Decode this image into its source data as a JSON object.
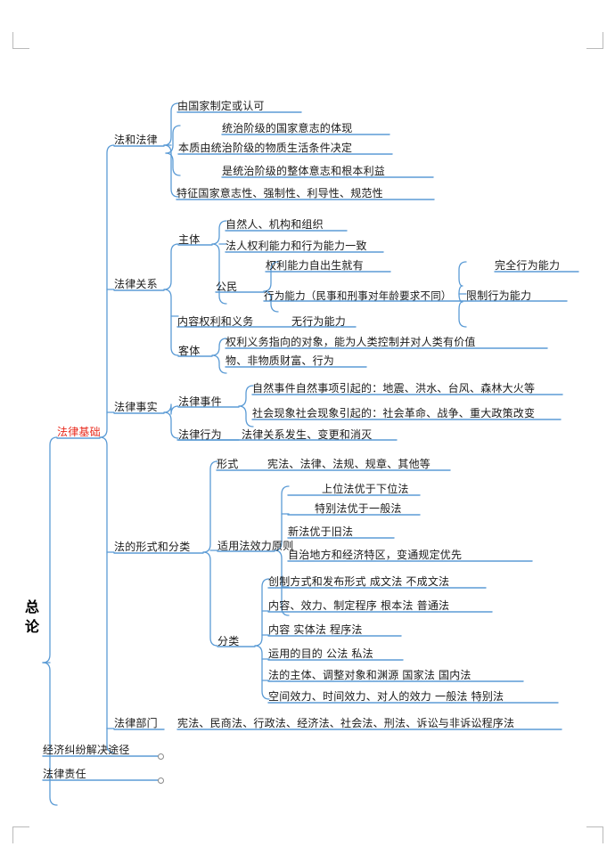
{
  "document": {
    "title": "法律基础 思维导图",
    "accent_line_color": "#5b9bd5",
    "root_text_color": "#000000",
    "highlight_text_color": "#e8291c"
  },
  "root": {
    "label": "总\n论",
    "char1": "总",
    "char2": "论"
  },
  "level1": {
    "legal_basis": "法律基础",
    "economic_dispute": "经济纠纷解决途径",
    "legal_liability": "法律责任"
  },
  "level2": {
    "law_and_legislation": "法和法律",
    "legal_relation": "法律关系",
    "legal_fact": "法律事实",
    "form_and_classification": "法的形式和分类",
    "legal_department": "法律部门"
  },
  "law_and_legislation": {
    "items": [
      "由国家制定或认可",
      "本质由统治阶级的物质生活条件决定",
      "特征国家意志性、强制性、利导性、规范性"
    ],
    "essence_children": [
      "统治阶级的国家意志的体现",
      "是统治阶级的整体意志和根本利益"
    ]
  },
  "legal_relation": {
    "subject_label": "主体",
    "subject_items": [
      "自然人、机构和组织",
      "法人权利能力和行为能力一致"
    ],
    "citizen_label": "公民",
    "citizen_items": [
      "权利能力自出生就有",
      "行为能力（民事和刑事对年龄要求不同）"
    ],
    "capacity_items": [
      "完全行为能力",
      "限制行为能力",
      "无行为能力"
    ],
    "content_item": "内容权利和义务",
    "object_label": "客体",
    "object_items": [
      "权利义务指向的对象，能为人类控制并对人类有价值",
      "物、非物质财富、行为"
    ]
  },
  "legal_fact": {
    "event_label": "法律事件",
    "event_items": [
      "自然事件自然事项引起的：地震、洪水、台风、森林大火等",
      "社会现象社会现象引起的：社会革命、战争、重大政策改变"
    ],
    "behavior_label": "法律行为",
    "behavior_item": "法律关系发生、变更和消灭"
  },
  "form_and_classification": {
    "form_label": "形式",
    "form_item": "宪法、法律、法规、规章、其他等",
    "effect_label": "适用法效力原则",
    "effect_items": [
      "上位法优于下位法",
      "特别法优于一般法",
      "新法优于旧法",
      "自治地方和经济特区，变通规定优先"
    ],
    "classification_label": "分类",
    "classification_items": [
      "创制方式和发布形式    成文法    不成文法",
      "内容、效力、制定程序    根本法    普通法",
      "内容    实体法    程序法",
      "运用的目的    公法    私法",
      "法的主体、调整对象和渊源    国家法    国内法",
      "空间效力、时间效力、对人的效力    一般法    特别法"
    ]
  },
  "legal_department": {
    "item": "宪法、民商法、行政法、经济法、社会法、刑法、诉讼与非诉讼程序法"
  }
}
